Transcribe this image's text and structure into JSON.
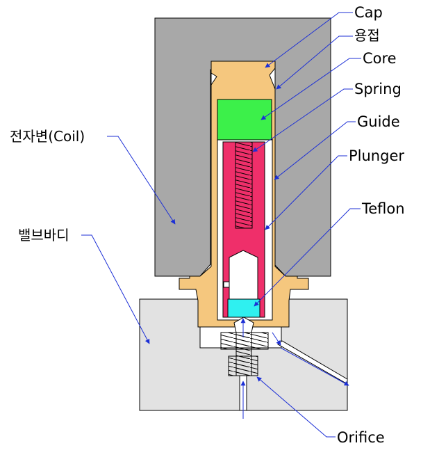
{
  "labels": {
    "cap": "Cap",
    "weld": "용접",
    "core": "Core",
    "spring": "Spring",
    "guide": "Guide",
    "plunger": "Plunger",
    "teflon": "Teflon",
    "coil": "전자변(Coil)",
    "valve_body": "밸브바디",
    "orifice": "Orifice"
  },
  "colors": {
    "coil": "#a8a8a8",
    "valve_body": "#e2e2e2",
    "brass": "#f5c77e",
    "core": "#3cf04a",
    "plunger": "#ef2f6a",
    "teflon": "#2ff0f0",
    "leader": "#1c2fd6"
  }
}
